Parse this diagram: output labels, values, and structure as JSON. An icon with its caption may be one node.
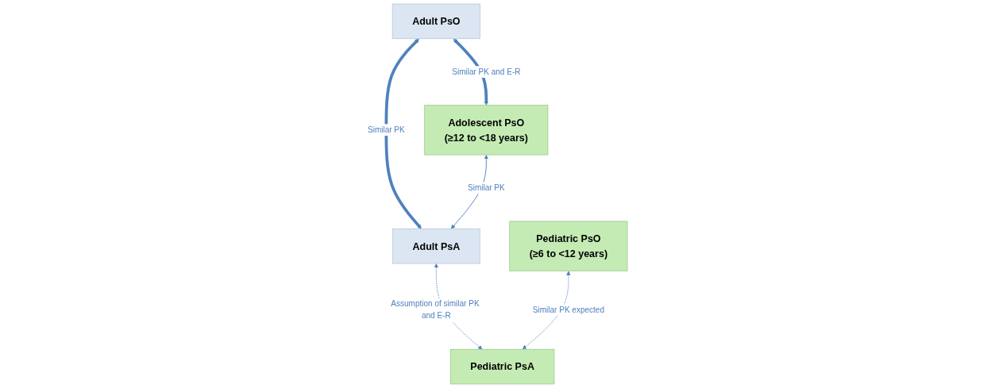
{
  "diagram": {
    "nodes": [
      {
        "text": [
          "Adult PsO"
        ]
      },
      {
        "text": [
          "Adult PsA"
        ]
      },
      {
        "text": [
          "Adolescent PsO",
          "(≥12 to <18 years)"
        ]
      },
      {
        "text": [
          "Pediatric PsO",
          "(≥6 to <12 years)"
        ]
      },
      {
        "text": [
          "Pediatric PsA"
        ]
      }
    ],
    "edges": [
      {
        "from": 0,
        "to": 1,
        "arrow": "both",
        "label": "Similar PK",
        "style": "thick"
      },
      {
        "from": 0,
        "to": 2,
        "arrow": "both",
        "label": "Similar PK and E-R",
        "style": "thick"
      },
      {
        "from": 2,
        "to": 1,
        "arrow": "both",
        "label": "Similar PK"
      },
      {
        "from": 1,
        "to": 4,
        "arrow": "both",
        "label": "Assumption of similar PK and E-R",
        "style": "dashed"
      },
      {
        "from": 3,
        "to": 4,
        "arrow": "both",
        "label": "Similar PK expected",
        "style": "dashed"
      }
    ]
  }
}
